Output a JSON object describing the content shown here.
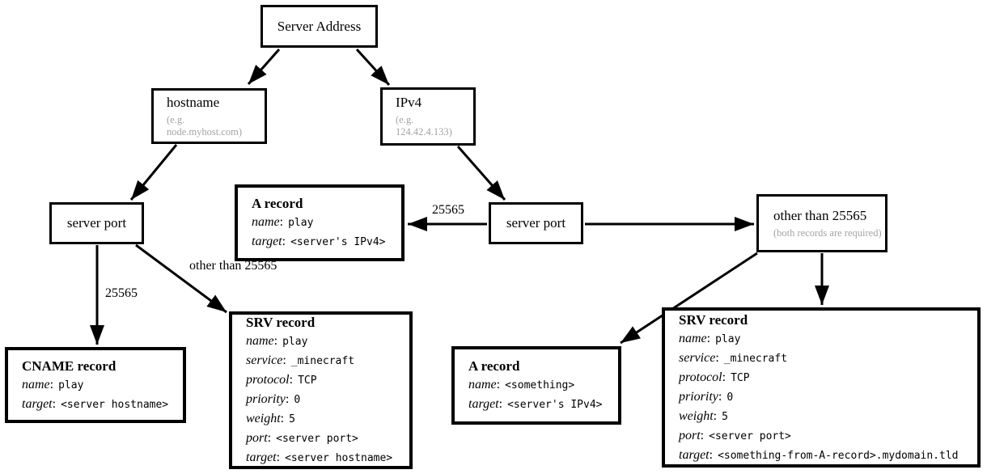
{
  "separator": ":",
  "colors": {
    "stroke": "#000000",
    "box_background": "#ffffff",
    "subtitle_gray": "#a3a3a3"
  },
  "nodes": {
    "server_address": {
      "title": "Server Address"
    },
    "hostname": {
      "title": "hostname",
      "subtitle": "(e.g. node.myhost.com)"
    },
    "ipv4": {
      "title": "IPv4",
      "subtitle": "(e.g. 124.42.4.133)"
    },
    "server_port_left": {
      "title": "server port"
    },
    "server_port_right": {
      "title": "server port"
    },
    "other_than_25565": {
      "title": "other than 25565",
      "subtitle": "(both records are required)"
    },
    "cname_record": {
      "title": "CNAME record",
      "fields": [
        {
          "label": "name",
          "value": "play"
        },
        {
          "label": "target",
          "value": "<server hostname>"
        }
      ]
    },
    "a_record_top": {
      "title": "A record",
      "fields": [
        {
          "label": "name",
          "value": "play"
        },
        {
          "label": "target",
          "value": "<server's IPv4>"
        }
      ]
    },
    "srv_record_left": {
      "title": "SRV record",
      "fields": [
        {
          "label": "name",
          "value": "play"
        },
        {
          "label": "service",
          "value": "_minecraft"
        },
        {
          "label": "protocol",
          "value": "TCP"
        },
        {
          "label": "priority",
          "value": "0"
        },
        {
          "label": "weight",
          "value": "5"
        },
        {
          "label": "port",
          "value": "<server port>"
        },
        {
          "label": "target",
          "value": "<server hostname>"
        }
      ]
    },
    "a_record_bottom": {
      "title": "A record",
      "fields": [
        {
          "label": "name",
          "value": "<something>"
        },
        {
          "label": "target",
          "value": "<server's IPv4>"
        }
      ]
    },
    "srv_record_right": {
      "title": "SRV record",
      "fields": [
        {
          "label": "name",
          "value": "play"
        },
        {
          "label": "service",
          "value": "_minecraft"
        },
        {
          "label": "protocol",
          "value": "TCP"
        },
        {
          "label": "priority",
          "value": "0"
        },
        {
          "label": "weight",
          "value": "5"
        },
        {
          "label": "port",
          "value": "<server port>"
        },
        {
          "label": "target",
          "value": "<something-from-A-record>.mydomain.tld"
        }
      ]
    }
  },
  "edge_labels": {
    "port_25565_left": "25565",
    "other_than_25565_left": "other than 25565",
    "port_25565_mid": "25565"
  }
}
